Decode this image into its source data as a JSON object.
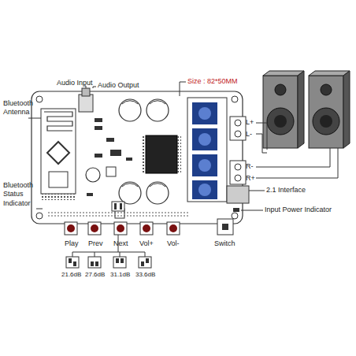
{
  "diagram": {
    "labels": [
      "Audio Input",
      "Audio Output",
      "Size : 82*50MM",
      "Bluetooth Antenna",
      "Bluetooth Status Indicator",
      "L+",
      "L-",
      "R-",
      "R+",
      "2.1 Interface",
      "Input Power Indicator",
      "Play",
      "Prev",
      "Next",
      "Vol+",
      "Vol-",
      "Switch",
      "21.6dB",
      "27.6dB",
      "31.1dB",
      "33.6dB"
    ]
  }
}
